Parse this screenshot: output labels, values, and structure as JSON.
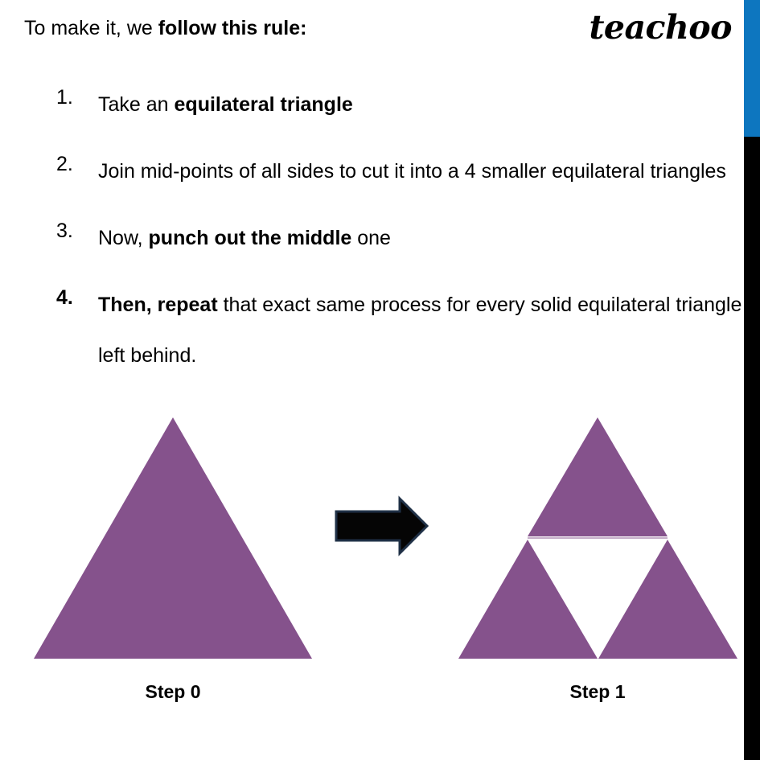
{
  "brand": {
    "name": "teachoo"
  },
  "intro": {
    "prefix": "To make it, we ",
    "emphasis": "follow this rule:"
  },
  "rules": [
    {
      "number": "1.",
      "bold_number": false,
      "parts": [
        {
          "text": "Take an ",
          "bold": false
        },
        {
          "text": "equilateral triangle",
          "bold": true
        }
      ]
    },
    {
      "number": "2.",
      "bold_number": false,
      "parts": [
        {
          "text": "Join mid-points of all sides to cut it into a 4 smaller equilateral triangles",
          "bold": false
        }
      ]
    },
    {
      "number": "3.",
      "bold_number": false,
      "parts": [
        {
          "text": "Now, ",
          "bold": false
        },
        {
          "text": "punch out the middle",
          "bold": true
        },
        {
          "text": " one",
          "bold": false
        }
      ]
    },
    {
      "number": "4.",
      "bold_number": true,
      "parts": [
        {
          "text": "Then, repeat",
          "bold": true
        },
        {
          "text": " that exact same process for every solid equilateral triangle left behind.",
          "bold": false
        }
      ]
    }
  ],
  "figures": {
    "arrow_icon": "right-arrow-icon",
    "step0": {
      "caption": "Step 0",
      "shape": "solid-equilateral-triangle"
    },
    "step1": {
      "caption": "Step 1",
      "shape": "sierpinski-iteration-1"
    }
  },
  "colors": {
    "triangle_purple": "#85528C",
    "arrow_fill": "#050505",
    "arrow_stroke": "#1F3046",
    "edge_blue": "#0D76BF",
    "edge_black": "#000000",
    "text": "#000000",
    "background": "#FFFFFF"
  }
}
